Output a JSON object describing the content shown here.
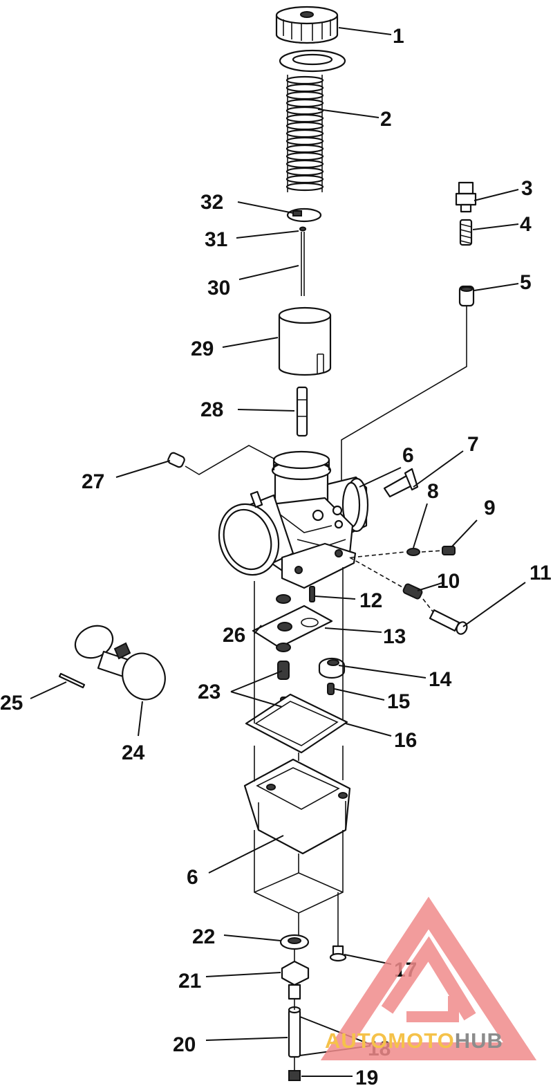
{
  "diagram": {
    "callouts": [
      {
        "id": "1",
        "label": "1"
      },
      {
        "id": "2",
        "label": "2"
      },
      {
        "id": "3",
        "label": "3"
      },
      {
        "id": "4",
        "label": "4"
      },
      {
        "id": "5",
        "label": "5"
      },
      {
        "id": "6a",
        "label": "6"
      },
      {
        "id": "6b",
        "label": "6"
      },
      {
        "id": "7",
        "label": "7"
      },
      {
        "id": "8",
        "label": "8"
      },
      {
        "id": "9",
        "label": "9"
      },
      {
        "id": "10",
        "label": "10"
      },
      {
        "id": "11",
        "label": "11"
      },
      {
        "id": "12",
        "label": "12"
      },
      {
        "id": "13",
        "label": "13"
      },
      {
        "id": "14",
        "label": "14"
      },
      {
        "id": "15",
        "label": "15"
      },
      {
        "id": "16",
        "label": "16"
      },
      {
        "id": "17",
        "label": "17"
      },
      {
        "id": "18",
        "label": "18"
      },
      {
        "id": "19",
        "label": "19"
      },
      {
        "id": "20",
        "label": "20"
      },
      {
        "id": "21",
        "label": "21"
      },
      {
        "id": "22",
        "label": "22"
      },
      {
        "id": "23",
        "label": "23"
      },
      {
        "id": "24",
        "label": "24"
      },
      {
        "id": "25",
        "label": "25"
      },
      {
        "id": "26",
        "label": "26"
      },
      {
        "id": "27",
        "label": "27"
      },
      {
        "id": "28",
        "label": "28"
      },
      {
        "id": "29",
        "label": "29"
      },
      {
        "id": "30",
        "label": "30"
      },
      {
        "id": "31",
        "label": "31"
      },
      {
        "id": "32",
        "label": "32"
      }
    ]
  },
  "watermark": {
    "part1": "AUTO",
    "part2": "MOTO",
    "part3": "HUB",
    "colors": {
      "logo": "#f08b8b",
      "text_light": "#f5c24a",
      "text_dark": "#8c8c8c"
    },
    "icon": "triangle-logo-icon"
  }
}
